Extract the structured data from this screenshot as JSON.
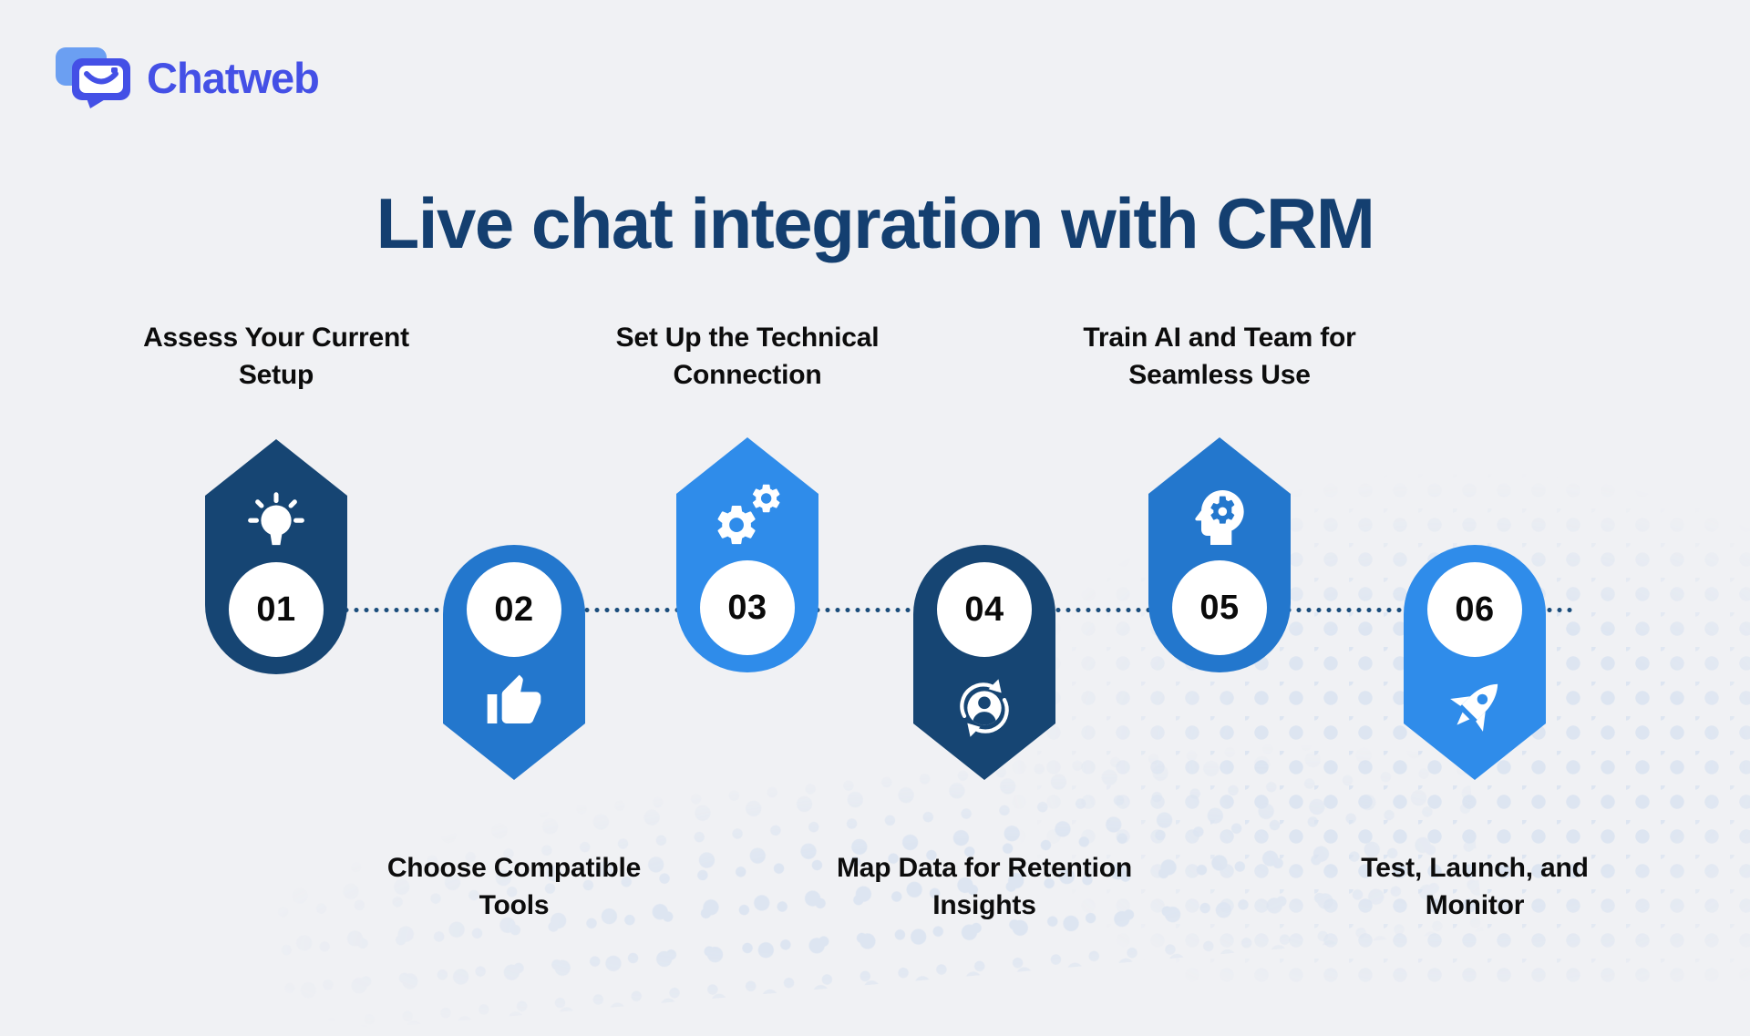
{
  "brand": {
    "name": "Chatweb"
  },
  "title": "Live chat integration with CRM",
  "steps": [
    {
      "number": "01",
      "label": "Assess Your Current\nSetup",
      "icon": "lightbulb-icon",
      "color": "#164573",
      "direction": "up"
    },
    {
      "number": "02",
      "label": "Choose Compatible\nTools",
      "icon": "thumbs-up-icon",
      "color": "#2377cd",
      "direction": "down"
    },
    {
      "number": "03",
      "label": "Set Up the Technical\nConnection",
      "icon": "gears-icon",
      "color": "#2f8cea",
      "direction": "up"
    },
    {
      "number": "04",
      "label": "Map Data for Retention\nInsights",
      "icon": "user-sync-icon",
      "color": "#164573",
      "direction": "down"
    },
    {
      "number": "05",
      "label": "Train AI and Team for\nSeamless Use",
      "icon": "ai-head-icon",
      "color": "#2377cd",
      "direction": "up"
    },
    {
      "number": "06",
      "label": "Test, Launch, and\nMonitor",
      "icon": "rocket-icon",
      "color": "#2f8cea",
      "direction": "down"
    }
  ],
  "colors": {
    "background": "#f0f1f4",
    "title": "#143f70",
    "label": "#0c0c0c",
    "timeline_dot": "#1c4e7c",
    "halftone": "#dde5f1",
    "logo_indigo": "#4450e6",
    "logo_light_blue": "#6b9ff2"
  }
}
